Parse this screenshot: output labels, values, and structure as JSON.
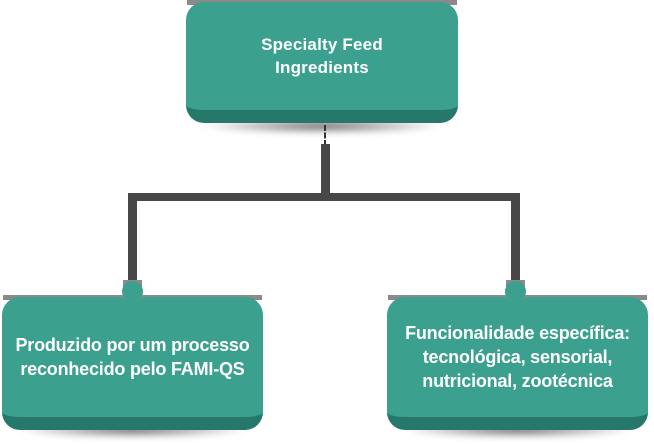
{
  "diagram": {
    "type": "hierarchy-flowchart",
    "root": {
      "label": "Specialty Feed Ingredients",
      "lines": [
        "Specialty Feed",
        "Ingredients"
      ]
    },
    "children": [
      {
        "label": "Produzido por um processo reconhecido pelo FAMI-QS",
        "lines": [
          "Produzido por um processo",
          "reconhecido pelo FAMI-QS"
        ]
      },
      {
        "label": "Funcionalidade específica: tecnológica, sensorial, nutricional, zootécnica",
        "lines": [
          "Funcionalidade específica:",
          "tecnológica, sensorial,",
          "nutricional, zootécnica"
        ]
      }
    ]
  },
  "colors": {
    "node_fill": "#3CA08E",
    "node_edge": "#26786B",
    "connector": "#474747",
    "top_strip": "#8A8A8A",
    "text": "#FFFFFF",
    "background": "#FFFFFF"
  }
}
